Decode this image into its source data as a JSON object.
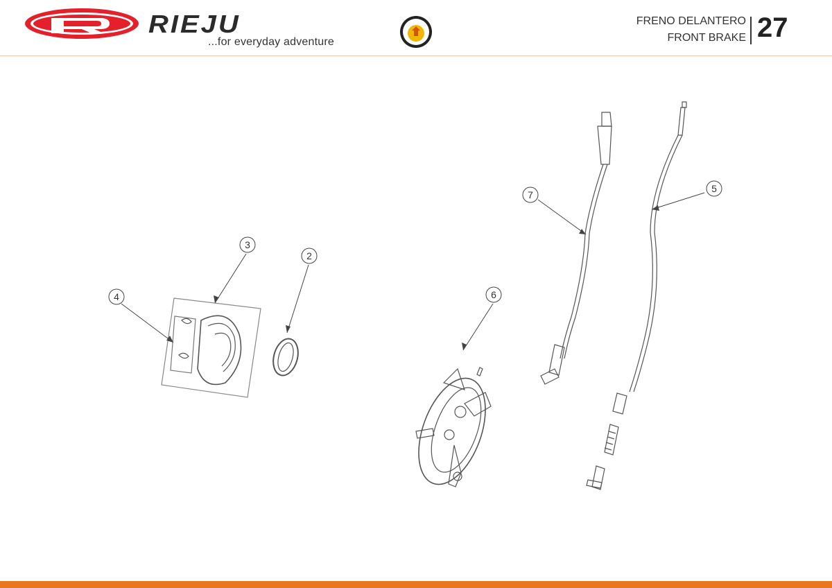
{
  "header": {
    "brand": "RIEJU",
    "tagline": "...for everyday adventure",
    "badge_icon": "rye-moto-badge-icon",
    "title_es": "FRENO DELANTERO",
    "title_en": "FRONT BRAKE",
    "page_number": "27"
  },
  "colors": {
    "brand_red": "#e4202a",
    "accent_orange": "#e87722",
    "line": "#555555"
  },
  "callouts": [
    {
      "id": "2",
      "label": "2"
    },
    {
      "id": "3",
      "label": "3"
    },
    {
      "id": "4",
      "label": "4"
    },
    {
      "id": "5",
      "label": "5"
    },
    {
      "id": "6",
      "label": "6"
    },
    {
      "id": "7",
      "label": "7"
    }
  ]
}
